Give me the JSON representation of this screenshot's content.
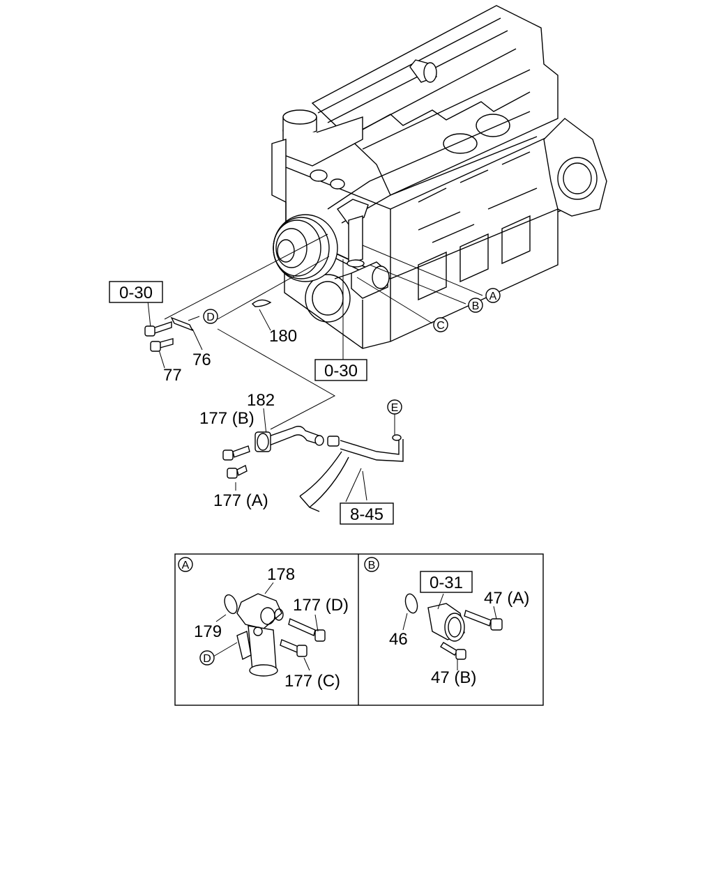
{
  "refs": {
    "ref_0_30_left": "0-30",
    "ref_0_30_center": "0-30",
    "ref_8_45": "8-45",
    "ref_0_31": "0-31"
  },
  "callouts": {
    "A": "A",
    "B": "B",
    "C": "C",
    "D": "D",
    "E": "E"
  },
  "parts": {
    "p180": "180",
    "p76": "76",
    "p77": "77",
    "p182": "182",
    "p177B": "177 (B)",
    "p177A": "177 (A)",
    "p178": "178",
    "p177D": "177 (D)",
    "p179": "179",
    "p177C": "177 (C)",
    "p47A": "47 (A)",
    "p46": "46",
    "p47B": "47 (B)"
  },
  "detail_panels": {
    "A_label": "A",
    "B_label": "B",
    "D_label": "D"
  }
}
